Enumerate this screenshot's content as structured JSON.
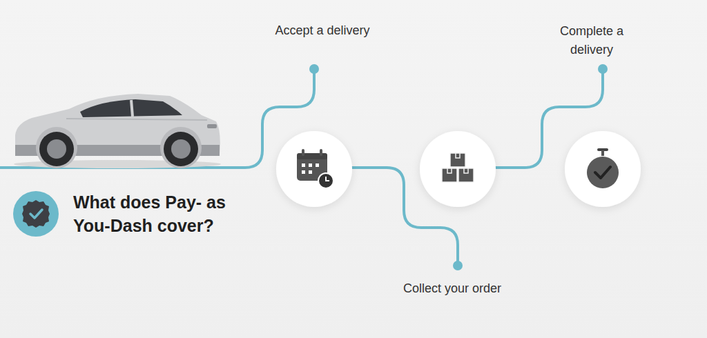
{
  "diagram": {
    "title": "What does Pay- as You-Dash cover?",
    "labels": [
      "Accept a delivery",
      "Collect your order",
      "Complete a delivery"
    ]
  }
}
